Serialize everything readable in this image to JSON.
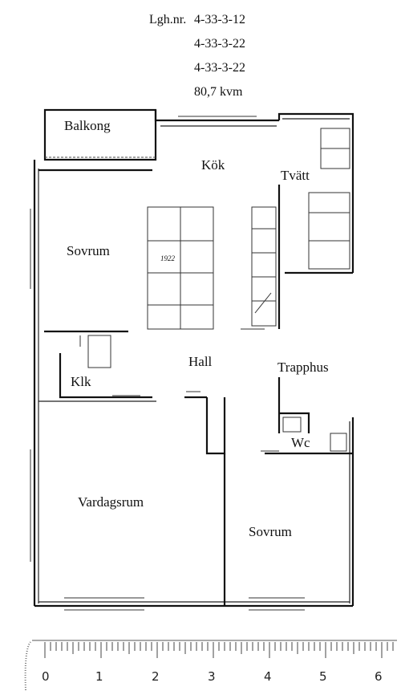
{
  "header": {
    "label": "Lgh.nr.",
    "apartment_numbers": [
      "4-33-3-12",
      "4-33-3-22",
      "4-33-3-22"
    ],
    "area": "80,7 kvm"
  },
  "rooms": {
    "balkong": "Balkong",
    "kok": "Kök",
    "tvatt": "Tvätt",
    "sovrum_1": "Sovrum",
    "klk": "Klk",
    "hall": "Hall",
    "trapphus": "Trapphus",
    "wc": "Wc",
    "vardagsrum": "Vardagsrum",
    "sovrum_2": "Sovrum"
  },
  "annotations": {
    "cabinet_note": "1922"
  },
  "scale": {
    "labels": [
      "0",
      "1",
      "2",
      "3",
      "4",
      "5",
      "6"
    ]
  }
}
